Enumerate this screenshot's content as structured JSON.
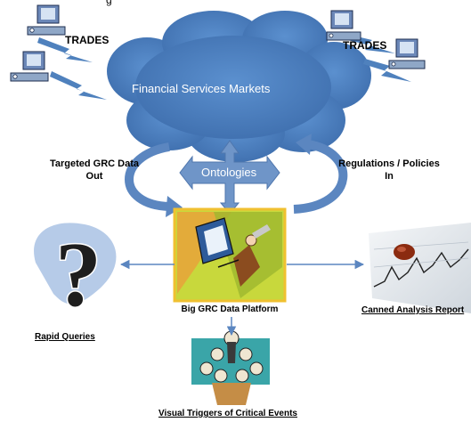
{
  "diagram": {
    "clip_top": "g",
    "trades_left": "TRADES",
    "trades_right": "TRADES",
    "cloud_label": "Financial Services Markets",
    "left_flow_line1": "Targeted GRC Data",
    "left_flow_line2": "Out",
    "right_flow_line1": "Regulations / Policies",
    "right_flow_line2": "In",
    "ontologies": "Ontologies",
    "platform_label": "Big GRC Data Platform",
    "rapid_queries": "Rapid Queries",
    "canned_report": "Canned Analysis Report",
    "visual_triggers": "Visual Triggers of Critical Events"
  },
  "colors": {
    "cloud_fill": "#4a7ebb",
    "cloud_stroke": "#3a5f92",
    "arrow_blue": "#5b86c0",
    "lightning": "#4f81bd",
    "platform_border": "#f0c030",
    "platform_bg": "#c8d83c"
  }
}
